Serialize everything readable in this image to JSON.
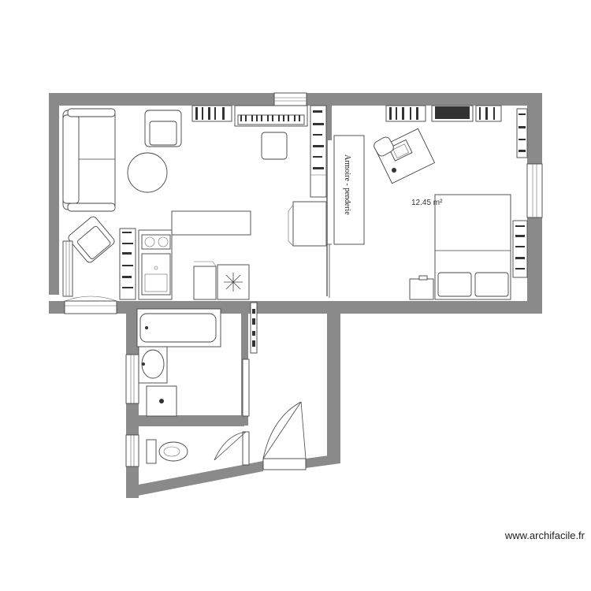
{
  "plan": {
    "rooms": [
      {
        "id": "bedroom",
        "area_label": "12.45 m²"
      }
    ],
    "wardrobe_label": "Armoire - penderie"
  },
  "watermark": "www.archifacile.fr",
  "colors": {
    "walls": "#8a8a8a",
    "lines": "#444444",
    "background": "#ffffff"
  }
}
